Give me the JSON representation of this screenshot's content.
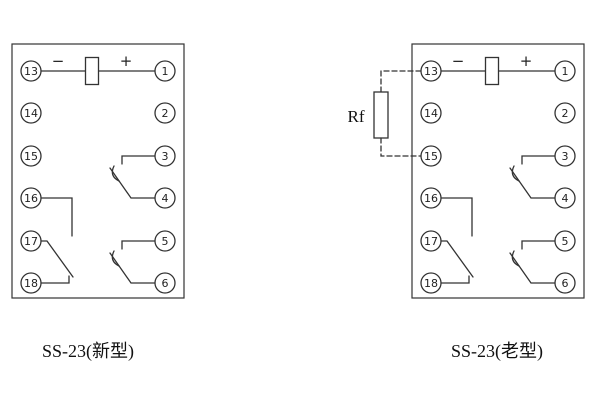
{
  "colors": {
    "ink": "#333333",
    "background": "#ffffff"
  },
  "diagrams": [
    {
      "caption": "SS-23(新型)",
      "minus": "−",
      "plus": "+",
      "left_terminals": [
        "13",
        "14",
        "15",
        "16",
        "17",
        "18"
      ],
      "right_terminals": [
        "1",
        "2",
        "3",
        "4",
        "5",
        "6"
      ]
    },
    {
      "caption": "SS-23(老型)",
      "minus": "−",
      "plus": "+",
      "rf_label": "Rf",
      "left_terminals": [
        "13",
        "14",
        "15",
        "16",
        "17",
        "18"
      ],
      "right_terminals": [
        "1",
        "2",
        "3",
        "4",
        "5",
        "6"
      ]
    }
  ]
}
